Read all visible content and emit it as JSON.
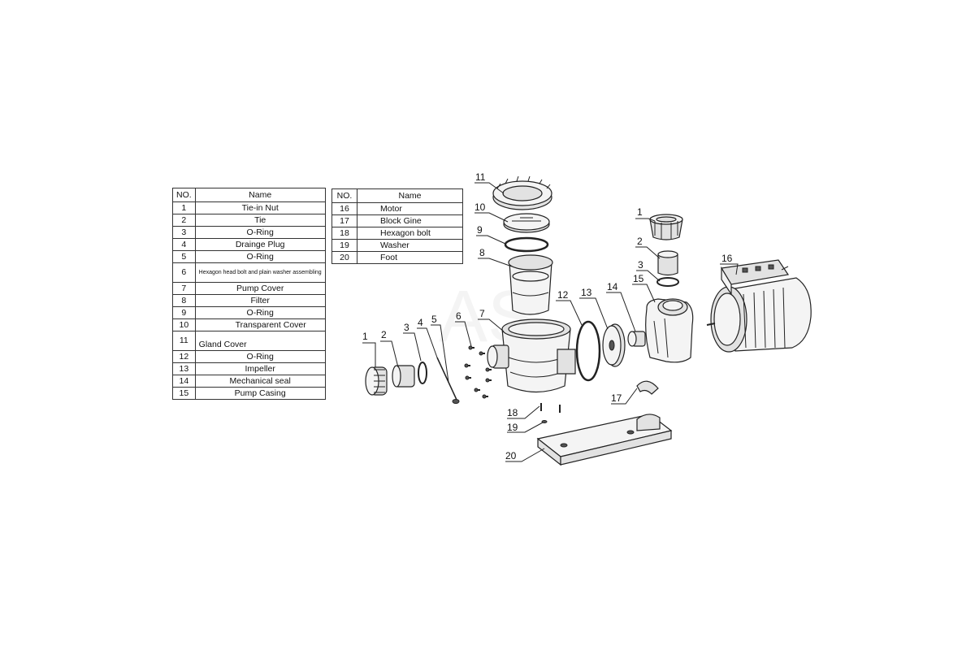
{
  "left_table": {
    "header": {
      "no": "NO.",
      "name": "Name"
    },
    "rows": [
      {
        "no": "1",
        "name": "Tie-in Nut"
      },
      {
        "no": "2",
        "name": "Tie"
      },
      {
        "no": "3",
        "name": "O-Ring"
      },
      {
        "no": "4",
        "name": "Drainge Plug"
      },
      {
        "no": "5",
        "name": "O-Ring"
      },
      {
        "no": "6",
        "name": "Hexagon head bolt and plain washer assembling"
      },
      {
        "no": "7",
        "name": "Pump Cover"
      },
      {
        "no": "8",
        "name": "Filter"
      },
      {
        "no": "9",
        "name": "O-Ring"
      },
      {
        "no": "10",
        "name": "Transparent Cover"
      },
      {
        "no": "11",
        "name": "Gland Cover"
      },
      {
        "no": "12",
        "name": "O-Ring"
      },
      {
        "no": "13",
        "name": "Impeller"
      },
      {
        "no": "14",
        "name": "Mechanical seal"
      },
      {
        "no": "15",
        "name": "Pump Casing"
      }
    ]
  },
  "right_table": {
    "header": {
      "no": "NO.",
      "name": "Name"
    },
    "rows": [
      {
        "no": "16",
        "name": "Motor"
      },
      {
        "no": "17",
        "name": "Block Gine"
      },
      {
        "no": "18",
        "name": "Hexagon bolt"
      },
      {
        "no": "19",
        "name": "Washer"
      },
      {
        "no": "20",
        "name": "Foot"
      }
    ]
  },
  "callouts": {
    "c1a": "1",
    "c2a": "2",
    "c3a": "3",
    "c4": "4",
    "c5": "5",
    "c6": "6",
    "c7": "7",
    "c8": "8",
    "c9": "9",
    "c10": "10",
    "c11": "11",
    "c12": "12",
    "c13": "13",
    "c14": "14",
    "c15": "15",
    "c1b": "1",
    "c2b": "2",
    "c3b": "3",
    "c16": "16",
    "c17": "17",
    "c18": "18",
    "c19": "19",
    "c20": "20"
  },
  "watermark": "AS"
}
